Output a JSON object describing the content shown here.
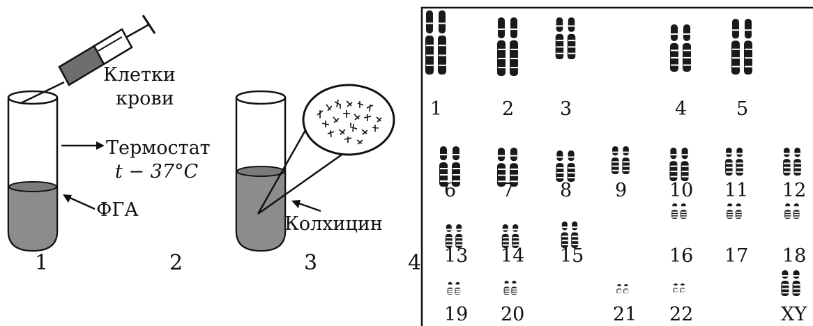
{
  "steps": {
    "numbers": [
      "1",
      "2",
      "3",
      "4"
    ]
  },
  "labels": {
    "blood_cells_line1": "Клетки",
    "blood_cells_line2": "крови",
    "thermostat": "Термостат",
    "temperature": "t − 37°C",
    "pha": "ФГА",
    "colchicine": "Колхицин"
  },
  "karyotype": {
    "chromosome_labels": [
      "1",
      "2",
      "3",
      "4",
      "5",
      "6",
      "7",
      "8",
      "9",
      "10",
      "11",
      "12",
      "13",
      "14",
      "15",
      "16",
      "17",
      "18",
      "19",
      "20",
      "21",
      "22",
      "XY"
    ]
  },
  "colors": {
    "liquid": "#8c8c8c",
    "syringe_plunger": "#6e6e6e",
    "ink": "#111111"
  }
}
